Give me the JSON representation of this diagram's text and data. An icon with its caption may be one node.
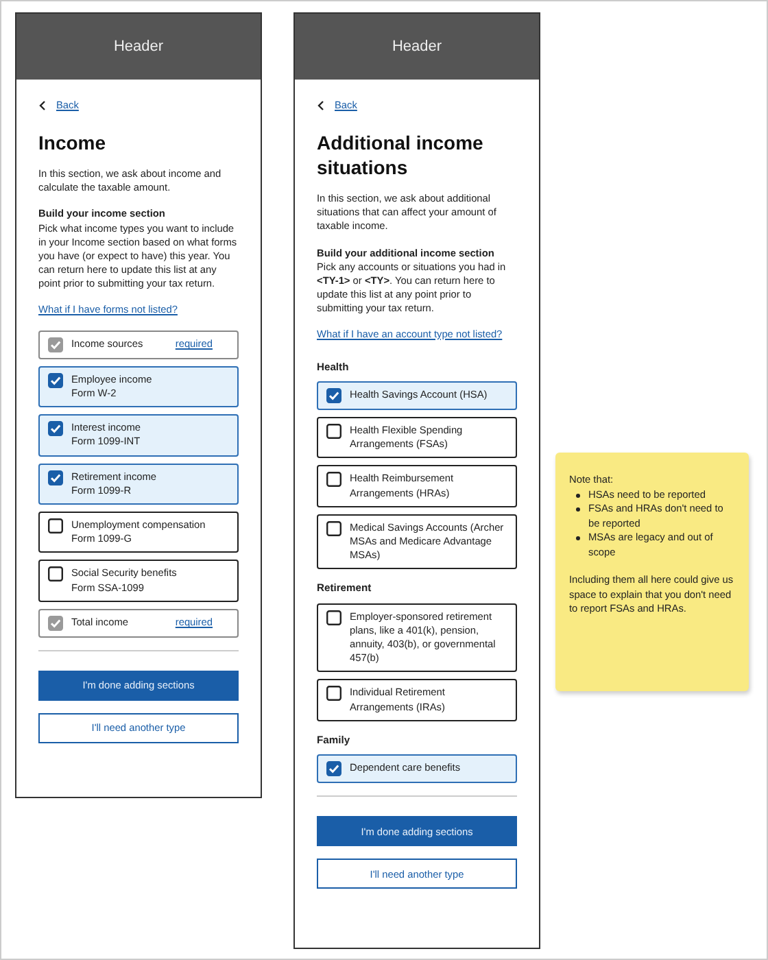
{
  "diagram": {
    "nodes": [
      {
        "text": [
          "Header"
        ]
      },
      {
        "text": [
          "Income sources",
          "required"
        ],
        "in": 0
      },
      {
        "text": [
          "Employee income",
          "Form W-2"
        ],
        "in": 0
      },
      {
        "text": [
          "Interest income",
          "Form 1099-INT"
        ],
        "in": 0
      },
      {
        "text": [
          "Retirement income",
          "Form 1099-R"
        ],
        "in": 0
      },
      {
        "text": [
          "Unemployment compensation",
          "Form 1099-G"
        ],
        "in": 0
      },
      {
        "text": [
          "Social Security benefits",
          "Form SSA-1099"
        ],
        "in": 0
      },
      {
        "text": [
          "Total income",
          "required"
        ],
        "in": 0
      },
      {
        "text": [
          "I'm done adding sections"
        ],
        "in": 0
      },
      {
        "text": [
          "I'll need another type"
        ],
        "in": 0
      },
      {
        "text": [
          "Header"
        ]
      },
      {
        "text": [
          "Health Savings Account (HSA)"
        ],
        "in": 10
      },
      {
        "text": [
          "Health Flexible Spending Arrangements (FSAs)"
        ],
        "in": 10
      },
      {
        "text": [
          "Health Reimbursement Arrangements (HRAs)"
        ],
        "in": 10
      },
      {
        "text": [
          "Medical Savings Accounts (Archer MSAs and Medicare Advantage MSAs)"
        ],
        "in": 10
      },
      {
        "text": [
          "Employer-sponsored retirement plans, like a 401(k), pension, annuity, 403(b), or governmental 457(b)"
        ],
        "in": 10
      },
      {
        "text": [
          "Individual Retirement Arrangements (IRAs)"
        ],
        "in": 10
      },
      {
        "text": [
          "Dependent care benefits"
        ],
        "in": 10
      },
      {
        "text": [
          "I'm done adding sections"
        ],
        "in": 10
      },
      {
        "text": [
          "I'll need another type"
        ],
        "in": 10
      },
      {
        "text": [
          "Note that:",
          "HSAs need to be reported",
          "FSAs and HRAs don't need to be reported",
          "MSAs are legacy and out of scope",
          "Including them all here could give us space to explain that you don't need to report FSAs and HRAs."
        ]
      }
    ],
    "labels": [
      "Back",
      "Income",
      "In this section, we ask about income and calculate the taxable amount.",
      "Build your income section",
      "Pick what income types you want to include in your Income section based on what forms you have (or expect to have) this year. You can return here to update this list at any point prior to submitting your tax return.",
      "What if I have forms not listed?",
      "Back",
      "Additional income situations",
      "In this section, we ask about additional situations that can affect your amount of taxable income.",
      "Build your additional income section",
      "Pick any accounts or situations you had in **<TY-1>** or **<TY>**. You can return here to update this list at any point prior to submitting your tax return.",
      "What if I have an account type not listed?",
      "Health",
      "Retirement",
      "Family"
    ]
  }
}
